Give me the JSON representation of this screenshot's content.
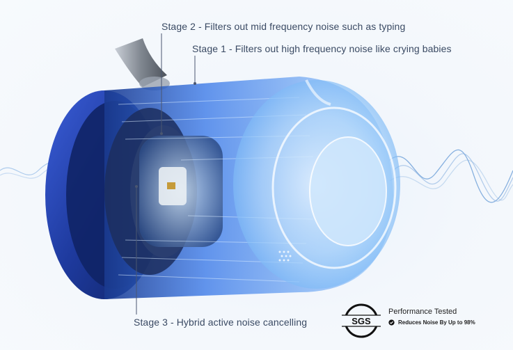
{
  "callouts": {
    "stage1": "Stage 1 - Filters out high frequency noise like crying babies",
    "stage2": "Stage 2 - Filters out mid frequency noise such as typing",
    "stage3": "Stage 3 - Hybrid active noise cancelling"
  },
  "badge": {
    "logo_text": "SGS",
    "title": "Performance Tested",
    "claim": "Reduces Noise By Up to 98%",
    "icon": "check-circle-icon"
  },
  "colors": {
    "text": "#3a4a63",
    "accent_blue": "#2f62d8",
    "dark_navy": "#1b2f7a"
  }
}
